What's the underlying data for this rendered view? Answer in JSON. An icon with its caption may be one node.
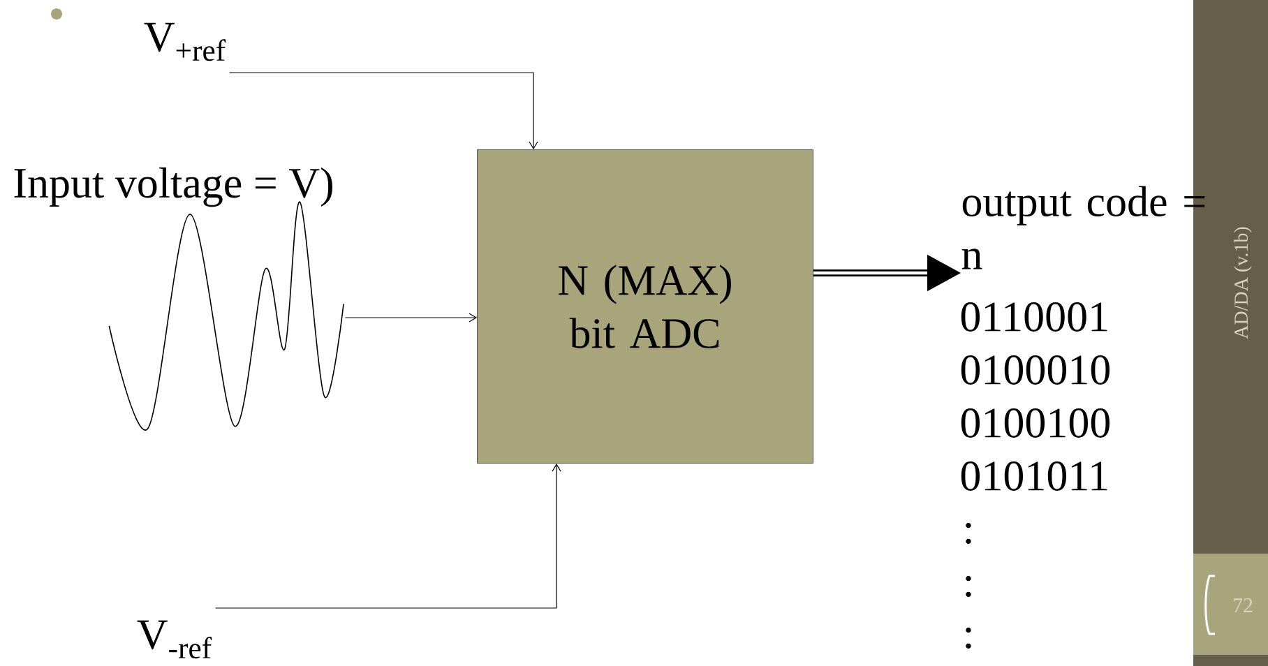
{
  "diagram": {
    "nodes": [
      {
        "text": [
          "V$_{+ref}$"
        ]
      },
      {
        "text": [
          "N (MAX) bit ADC"
        ]
      },
      {
        "text": [
          "Input voltage = V)"
        ]
      },
      {
        "text": [],
        "shape": "picture"
      },
      {
        "text": [
          "V$_{-ref}$"
        ]
      },
      {
        "text": [
          "output code = n"
        ]
      }
    ],
    "edges": [
      {
        "from": 0,
        "to": 1,
        "arrow": "to"
      },
      {
        "from": 3,
        "to": 1,
        "arrow": "to"
      },
      {
        "from": 4,
        "to": 1,
        "arrow": "to"
      },
      {
        "from": 1,
        "to": 5,
        "arrow": "to",
        "style": "thick"
      }
    ],
    "labels": [
      "0110001",
      "0100010",
      "0100100",
      "0101011",
      ":",
      ":",
      ":",
      "AD/DA (v.1b)",
      "72"
    ]
  }
}
